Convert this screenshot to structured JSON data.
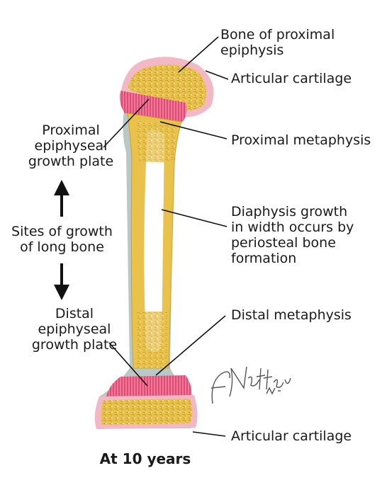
{
  "labels": {
    "bone_proximal_epiphysis": [
      "Bone of proximal",
      "epiphysis"
    ],
    "articular_cartilage_top": [
      "Articular cartilage"
    ],
    "proximal_metaphysis": [
      "Proximal metaphysis"
    ],
    "diaphysis": [
      "Diaphysis growth",
      "in width occurs by",
      "periosteal bone",
      "formation"
    ],
    "distal_metaphysis": [
      "Distal metaphysis"
    ],
    "articular_cartilage_bottom": [
      "Articular cartilage"
    ],
    "proximal_growth_plate": [
      "Proximal",
      "epiphyseal",
      "growth plate"
    ],
    "sites_of_growth": [
      "Sites of growth",
      "of long bone"
    ],
    "distal_growth_plate": [
      "Distal",
      "epiphyseal",
      "growth plate"
    ]
  },
  "caption": "At 10 years",
  "signature": "F. Netter M.D.",
  "colors": {
    "bone": "#e8c24a",
    "cartilage": "#f2b8c6",
    "growth_plate": "#e24a76",
    "periosteum": "#b9c8c4",
    "marrow": "#ffffff",
    "line": "#111111"
  }
}
